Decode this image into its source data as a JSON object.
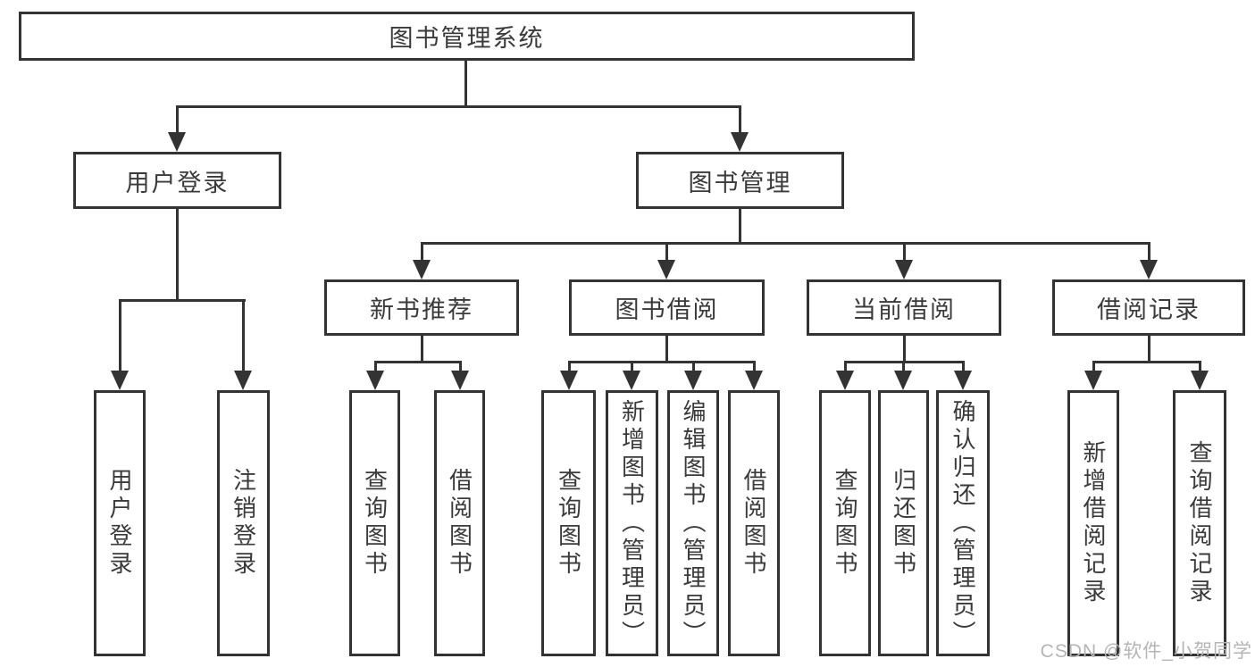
{
  "diagram_title": "图书管理系统",
  "nodes": {
    "root": "图书管理系统",
    "user_login": "用户登录",
    "book_management": "图书管理",
    "new_book_recommend": "新书推荐",
    "book_borrow": "图书借阅",
    "current_borrow": "当前借阅",
    "borrow_record": "借阅记录"
  },
  "leaves": {
    "user_login_leaf": "用户登录",
    "logout": "注销登录",
    "query_book_newrec": "查询图书",
    "borrow_book_newrec": "借阅图书",
    "query_book_borrow": "查询图书",
    "add_book_admin": "新增图书（管理员）",
    "edit_book_admin": "编辑图书（管理员）",
    "borrow_book_borrow": "借阅图书",
    "query_book_current": "查询图书",
    "return_book": "归还图书",
    "confirm_return_admin": "确认归还（管理员）",
    "add_borrow_record": "新增借阅记录",
    "query_borrow_record": "查询借阅记录"
  },
  "watermark": {
    "text": "CSDN @软件_小贺同学",
    "color": "#b5b5b5"
  },
  "colors": {
    "line": "#333333",
    "border": "#333333",
    "text": "#3a3a3a",
    "background": "#ffffff"
  }
}
